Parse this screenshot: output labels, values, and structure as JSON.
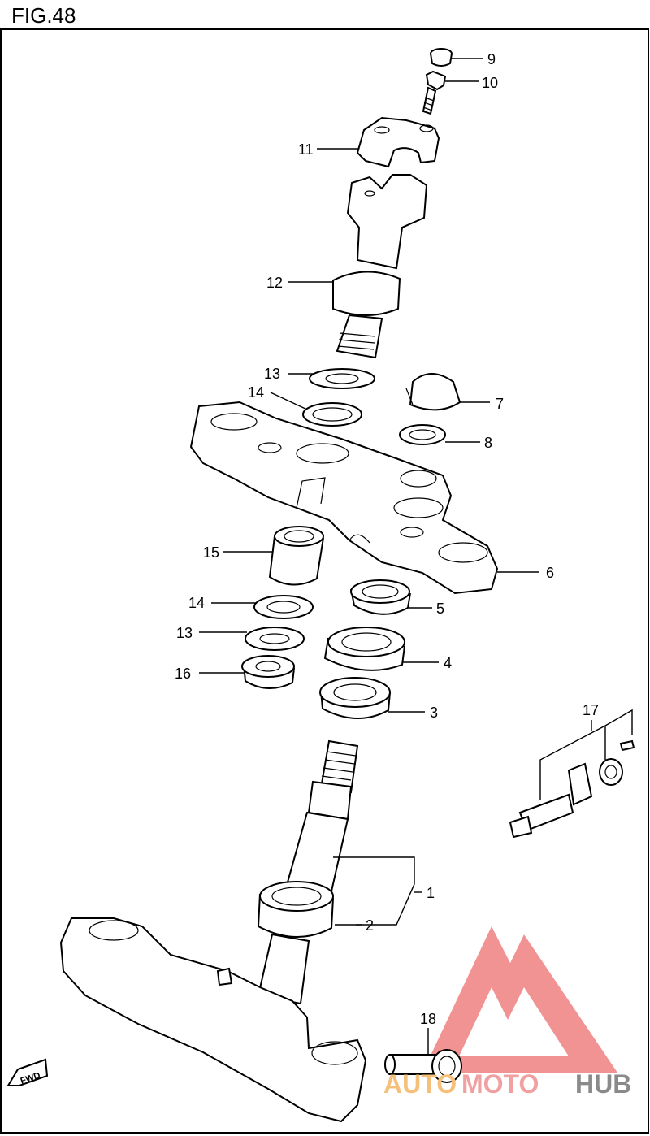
{
  "figure": {
    "title": "FIG.48"
  },
  "parts": [
    {
      "id": "p9",
      "label": "9"
    },
    {
      "id": "p10",
      "label": "10"
    },
    {
      "id": "p11",
      "label": "11"
    },
    {
      "id": "p12",
      "label": "12"
    },
    {
      "id": "p13a",
      "label": "13"
    },
    {
      "id": "p14a",
      "label": "14"
    },
    {
      "id": "p7",
      "label": "7"
    },
    {
      "id": "p8",
      "label": "8"
    },
    {
      "id": "p6",
      "label": "6"
    },
    {
      "id": "p15",
      "label": "15"
    },
    {
      "id": "p5",
      "label": "5"
    },
    {
      "id": "p14b",
      "label": "14"
    },
    {
      "id": "p13b",
      "label": "13"
    },
    {
      "id": "p4",
      "label": "4"
    },
    {
      "id": "p16",
      "label": "16"
    },
    {
      "id": "p3",
      "label": "3"
    },
    {
      "id": "p17",
      "label": "17"
    },
    {
      "id": "p1",
      "label": "1"
    },
    {
      "id": "p2",
      "label": "2"
    },
    {
      "id": "p18",
      "label": "18"
    }
  ],
  "fwd_badge": "FWD",
  "watermark": {
    "part1": "AUTO",
    "part2": "MOTO",
    "part3": "HUB",
    "color_auto": "#f4c07a",
    "color_moto": "#f0a0a0",
    "color_hub": "#8a8a8a",
    "logo_color": "#f08080"
  }
}
